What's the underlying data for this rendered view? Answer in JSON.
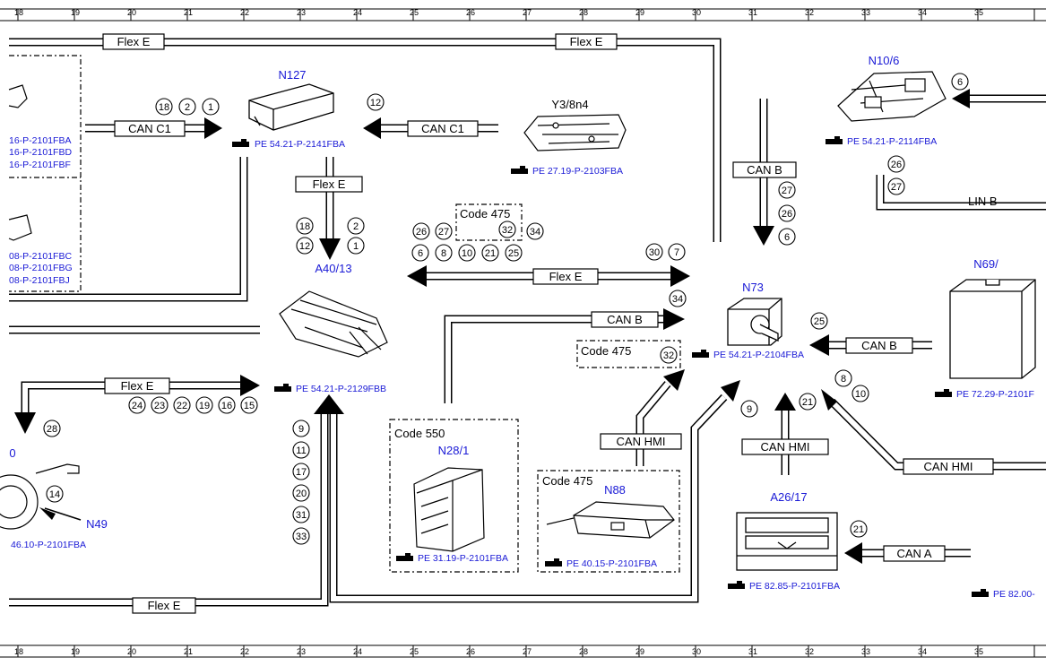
{
  "grid": {
    "columns": [
      "18",
      "19",
      "20",
      "21",
      "22",
      "23",
      "24",
      "25",
      "26",
      "27",
      "28",
      "29",
      "30",
      "31",
      "32",
      "33",
      "34",
      "35"
    ]
  },
  "components": {
    "N127": {
      "name": "N127",
      "ref": "PE 54.21-P-2141FBA"
    },
    "Y3_8n4": {
      "name": "Y3/8n4",
      "ref": "PE 27.19-P-2103FBA"
    },
    "N10_6": {
      "name": "N10/6",
      "ref": "PE 54.21-P-2114FBA"
    },
    "A40_13": {
      "name": "A40/13",
      "ref": "PE 54.21-P-2129FBB"
    },
    "N73": {
      "name": "N73",
      "ref": "PE 54.21-P-2104FBA"
    },
    "N69": {
      "name": "N69/",
      "ref": "PE 72.29-P-2101F"
    },
    "N28_1": {
      "name": "N28/1",
      "ref": "PE 31.19-P-2101FBA",
      "code": "Code 550"
    },
    "N88": {
      "name": "N88",
      "ref": "PE 40.15-P-2101FBA",
      "code": "Code 475"
    },
    "A26_17": {
      "name": "A26/17",
      "ref": "PE 82.85-P-2101FBA"
    },
    "N49": {
      "name": "N49",
      "ref": "46.10-P-2101FBA",
      "partial": "0"
    },
    "right_ref": {
      "ref": "PE 82.00-"
    }
  },
  "left_refs": [
    "16-P-2101FBA",
    "16-P-2101FBD",
    "16-P-2101FBF",
    "08-P-2101FBC",
    "08-P-2101FBG",
    "08-P-2101FBJ"
  ],
  "codes": {
    "code475_top": "Code 475",
    "code475_mid": "Code 475"
  },
  "buses": {
    "flexE": "Flex E",
    "canC1": "CAN C1",
    "canB": "CAN B",
    "canHMI": "CAN HMI",
    "linB": "LIN B",
    "canA": "CAN A"
  },
  "pins": {
    "canC1_left": [
      "18",
      "2",
      "1"
    ],
    "canC1_right": [
      "12"
    ],
    "n10_6": [
      "6"
    ],
    "n10_lin": [
      "26",
      "27"
    ],
    "canB_down": [
      "27",
      "26",
      "6"
    ],
    "a40_top_left": [
      "18",
      "12"
    ],
    "a40_top_right": [
      "2",
      "1"
    ],
    "code475_top": [
      "26",
      "27",
      "32",
      "34"
    ],
    "flex_mid": [
      "6",
      "8",
      "10",
      "21",
      "25"
    ],
    "flex_mid_right": [
      "30",
      "7"
    ],
    "n73_in": [
      "34"
    ],
    "code475_mid": [
      "32"
    ],
    "n73_hmi": [
      "9"
    ],
    "n73_right": [
      "25"
    ],
    "n73_hmi2": [
      "8",
      "10"
    ],
    "n73_hmi3": [
      "21"
    ],
    "flexE_left_low": [
      "24",
      "23",
      "22",
      "19",
      "16",
      "15"
    ],
    "n49_28": [
      "28"
    ],
    "n49_14": [
      "14"
    ],
    "a40_bottom": [
      "9",
      "11",
      "17",
      "20",
      "31",
      "33"
    ],
    "a26_21": [
      "21"
    ]
  }
}
